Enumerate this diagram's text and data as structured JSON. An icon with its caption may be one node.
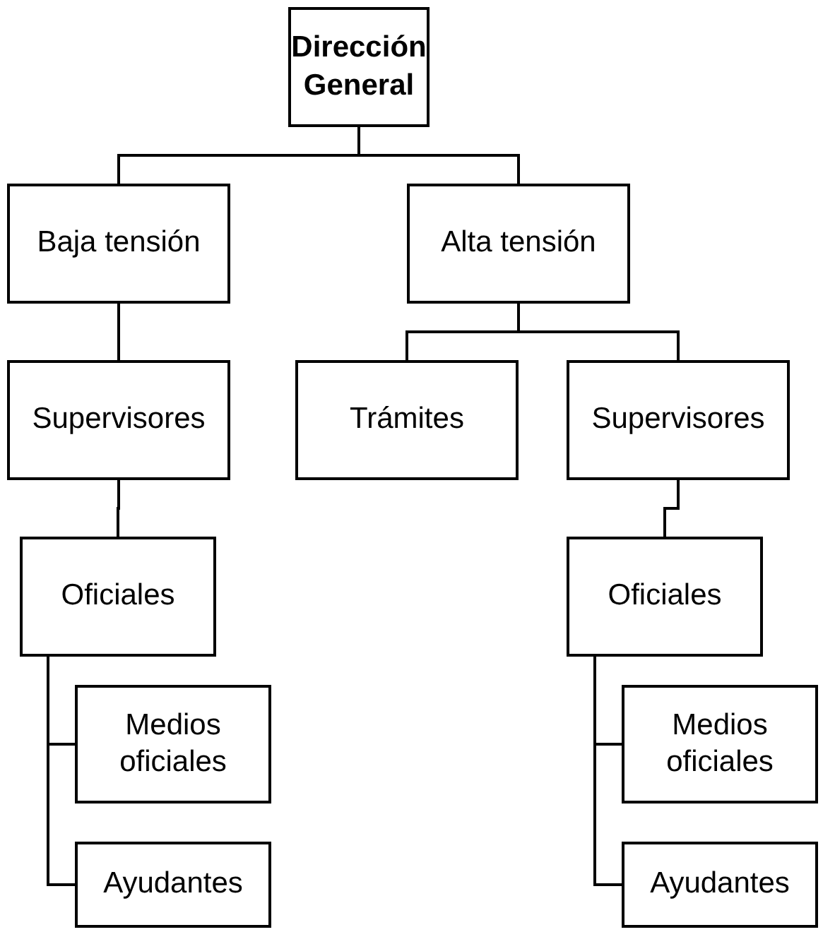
{
  "diagram": {
    "nodes": [
      {
        "text": [
          "Dirección General"
        ]
      },
      {
        "text": [
          "Baja tensión"
        ]
      },
      {
        "text": [
          "Alta tensión"
        ]
      },
      {
        "text": [
          "Supervisores"
        ]
      },
      {
        "text": [
          "Trámites"
        ]
      },
      {
        "text": [
          "Supervisores"
        ]
      },
      {
        "text": [
          "Oficiales"
        ]
      },
      {
        "text": [
          "Medios oficiales"
        ]
      },
      {
        "text": [
          "Ayudantes"
        ]
      },
      {
        "text": [
          "Oficiales"
        ]
      },
      {
        "text": [
          "Medios oficiales"
        ]
      },
      {
        "text": [
          "Ayudantes"
        ]
      }
    ],
    "edges": [
      {
        "from": 0,
        "to": 1,
        "arrow": "none"
      },
      {
        "from": 0,
        "to": 2,
        "arrow": "none"
      },
      {
        "from": 1,
        "to": 3,
        "arrow": "none"
      },
      {
        "from": 2,
        "to": 4,
        "arrow": "none"
      },
      {
        "from": 2,
        "to": 5,
        "arrow": "none"
      },
      {
        "from": 3,
        "to": 6,
        "arrow": "none"
      },
      {
        "from": 6,
        "to": 7,
        "arrow": "none"
      },
      {
        "from": 6,
        "to": 8,
        "arrow": "none"
      },
      {
        "from": 5,
        "to": 9,
        "arrow": "none"
      },
      {
        "from": 9,
        "to": 10,
        "arrow": "none"
      },
      {
        "from": 9,
        "to": 11,
        "arrow": "none"
      }
    ]
  }
}
